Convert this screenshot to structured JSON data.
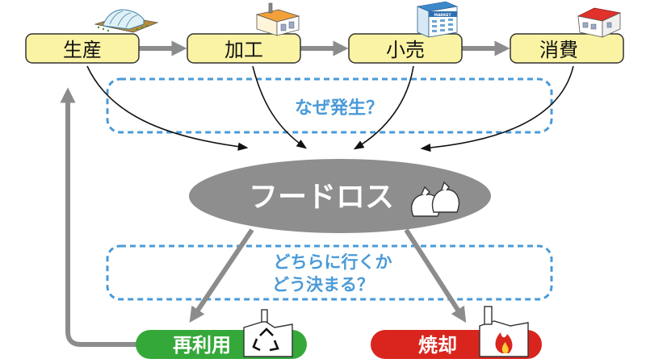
{
  "stages": [
    {
      "label": "生産",
      "icon": "greenhouse-icon"
    },
    {
      "label": "加工",
      "icon": "factory-icon"
    },
    {
      "label": "小売",
      "icon": "store-icon"
    },
    {
      "label": "消費",
      "icon": "house-icon"
    }
  ],
  "store_sign": "MARKET",
  "question_why": "なぜ発生？",
  "food_loss": {
    "label": "フードロス",
    "icon": "garbage-bags-icon"
  },
  "question_where": {
    "line1": "どちらに行くか",
    "line2": "どう決まる？"
  },
  "recycle": {
    "label": "再利用",
    "icon": "recycle-icon"
  },
  "incinerate": {
    "label": "焼却",
    "icon": "incinerator-icon"
  },
  "colors": {
    "stage_fill": "#fbf3a4",
    "stage_stroke": "#333333",
    "flow_arrow": "#8c8c8c",
    "dashed_box": "#4a9ad8",
    "question_text": "#4a9ad8",
    "ellipse": "#8e8e8e",
    "recycle_green": "#35a83a",
    "incinerate_red": "#d9251d"
  }
}
